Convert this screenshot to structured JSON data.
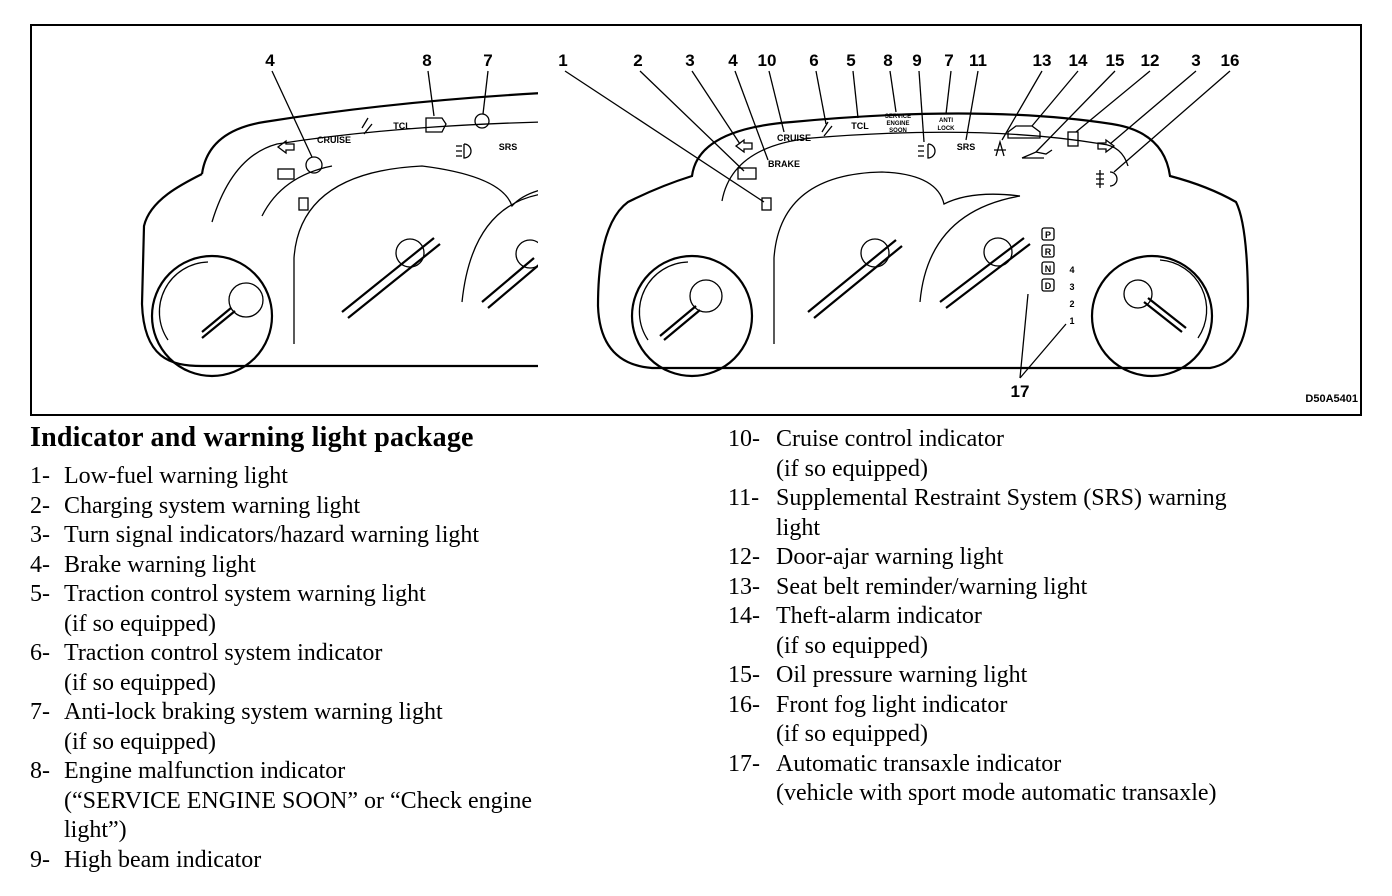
{
  "figure": {
    "code": "D50A5401",
    "callouts_left_panel": [
      "4",
      "8",
      "7"
    ],
    "callouts_right_panel": [
      "1",
      "2",
      "3",
      "4",
      "10",
      "6",
      "5",
      "8",
      "9",
      "7",
      "11",
      "13",
      "14",
      "15",
      "12",
      "3",
      "16"
    ],
    "callout_bottom": "17",
    "labels": {
      "cruise": "CRUISE",
      "tcl": "TCL",
      "srs": "SRS",
      "brake": "BRAKE",
      "service_1": "SERVICE",
      "service_2": "ENGINE",
      "service_3": "SOON",
      "antilock_1": "ANTI",
      "antilock_2": "LOCK"
    },
    "gear_letters": [
      "P",
      "R",
      "N",
      "D"
    ],
    "gear_numbers": [
      "4",
      "3",
      "2",
      "1"
    ]
  },
  "heading": "Indicator and warning light package",
  "items_left": [
    {
      "num": "1-",
      "lines": [
        "Low-fuel warning light"
      ]
    },
    {
      "num": "2-",
      "lines": [
        "Charging system warning light"
      ]
    },
    {
      "num": "3-",
      "lines": [
        "Turn signal indicators/hazard warning light"
      ]
    },
    {
      "num": "4-",
      "lines": [
        "Brake warning light"
      ]
    },
    {
      "num": "5-",
      "lines": [
        "Traction control system warning light",
        "(if so equipped)"
      ]
    },
    {
      "num": "6-",
      "lines": [
        "Traction control system indicator",
        "(if so equipped)"
      ]
    },
    {
      "num": "7-",
      "lines": [
        "Anti-lock braking system warning light",
        "(if so equipped)"
      ]
    },
    {
      "num": "8-",
      "lines": [
        "Engine malfunction indicator",
        "(“SERVICE ENGINE SOON” or “Check engine",
        "light”)"
      ]
    },
    {
      "num": "9-",
      "lines": [
        "High beam indicator"
      ]
    }
  ],
  "items_right": [
    {
      "num": "10-",
      "lines": [
        "Cruise control indicator",
        "(if so equipped)"
      ]
    },
    {
      "num": "11-",
      "lines": [
        "Supplemental Restraint System (SRS) warning",
        "light"
      ]
    },
    {
      "num": "12-",
      "lines": [
        "Door-ajar warning light"
      ]
    },
    {
      "num": "13-",
      "lines": [
        "Seat belt reminder/warning light"
      ]
    },
    {
      "num": "14-",
      "lines": [
        "Theft-alarm indicator",
        "(if so equipped)"
      ]
    },
    {
      "num": "15-",
      "lines": [
        "Oil pressure warning light"
      ]
    },
    {
      "num": "16-",
      "lines": [
        "Front fog light indicator",
        "(if so equipped)"
      ]
    },
    {
      "num": "17-",
      "lines": [
        "Automatic transaxle indicator",
        "(vehicle with sport mode automatic transaxle)"
      ]
    }
  ]
}
